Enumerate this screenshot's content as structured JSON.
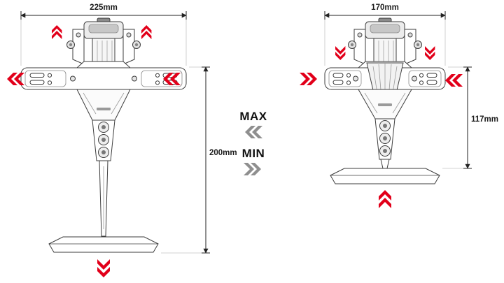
{
  "diagram": {
    "left_view": {
      "name": "max-position",
      "width_label": "225mm",
      "height_label": "200mm"
    },
    "right_view": {
      "name": "min-position",
      "width_label": "170mm",
      "height_label": "117mm"
    },
    "legend": {
      "max_label": "MAX",
      "min_label": "MIN"
    },
    "icons": {
      "chevron_up": "︿",
      "chevron_down": "﹀",
      "chevron_left": "«",
      "chevron_right": "»"
    },
    "colors": {
      "accent_red": "#e2001a",
      "chevron_gray": "#8f8f8f",
      "line_dark": "#3d3d3d",
      "dimension": "#222222"
    }
  }
}
